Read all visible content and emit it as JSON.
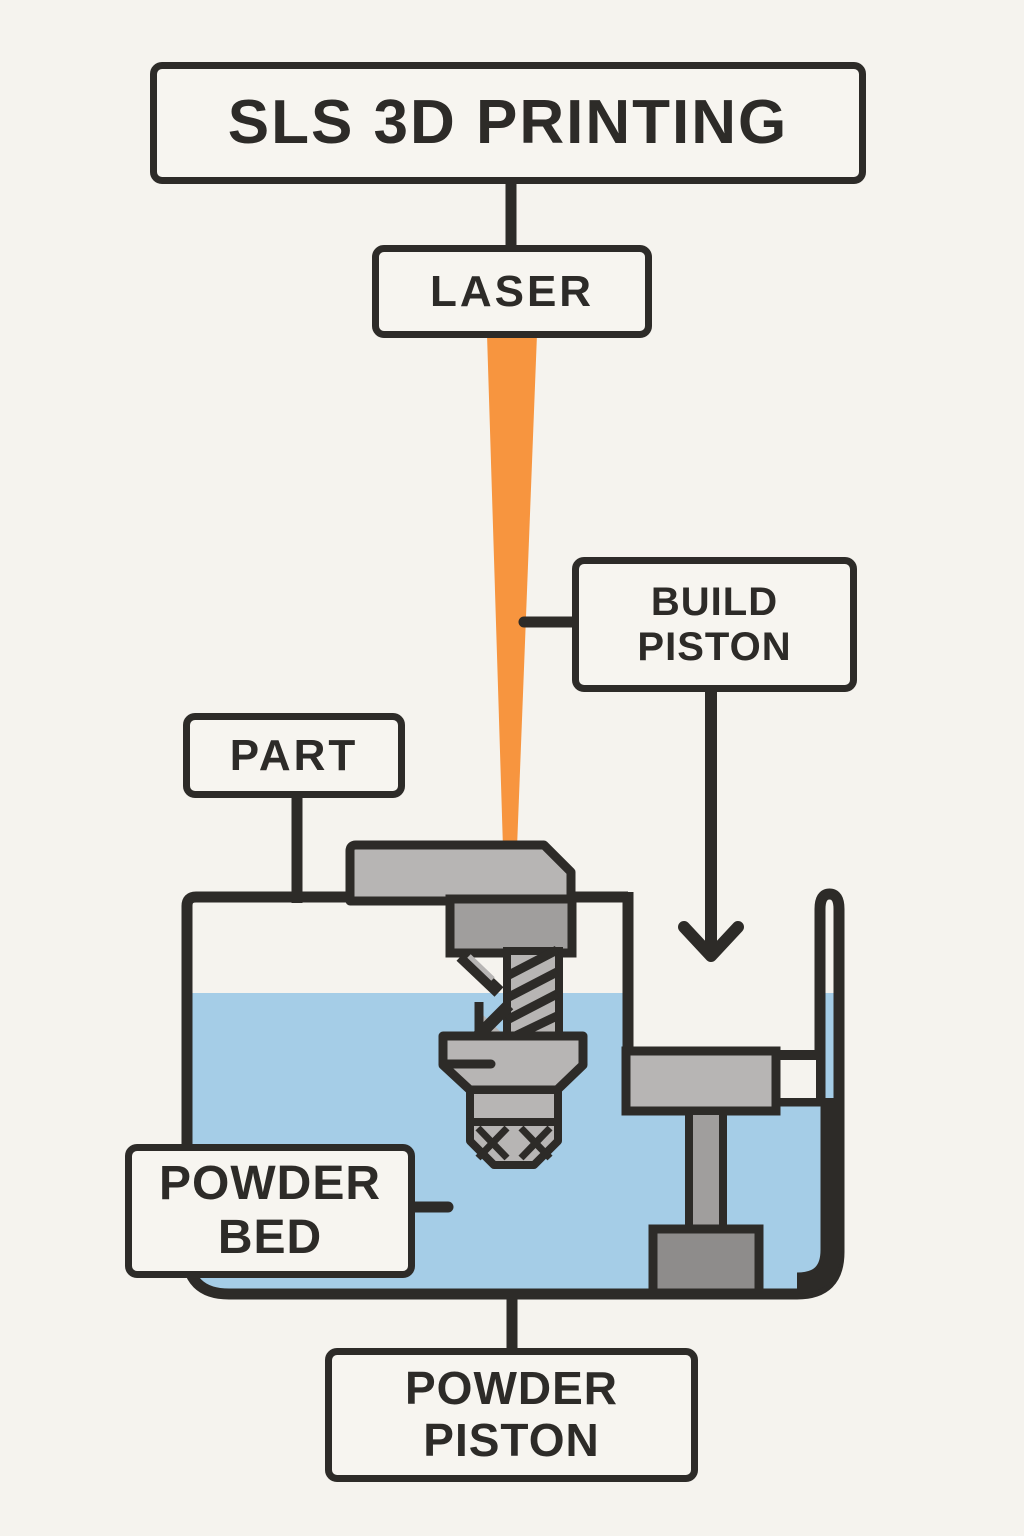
{
  "title": "SLS 3D PRINTING",
  "labels": {
    "laser": "LASER",
    "build_piston": "BUILD\nPISTON",
    "part": "PART",
    "powder_bed": "POWDER\nBED",
    "powder_piston": "POWDER\nPISTON"
  },
  "colors": {
    "background": "#f5f3ee",
    "box_fill": "#f7f5f0",
    "ink": "#2d2b28",
    "laser_beam_orange": "#f7953f",
    "powder_blue": "#a5cde7",
    "metal_light": "#b7b5b4",
    "metal_mid": "#a09e9d",
    "metal_dark": "#8e8c8b"
  }
}
